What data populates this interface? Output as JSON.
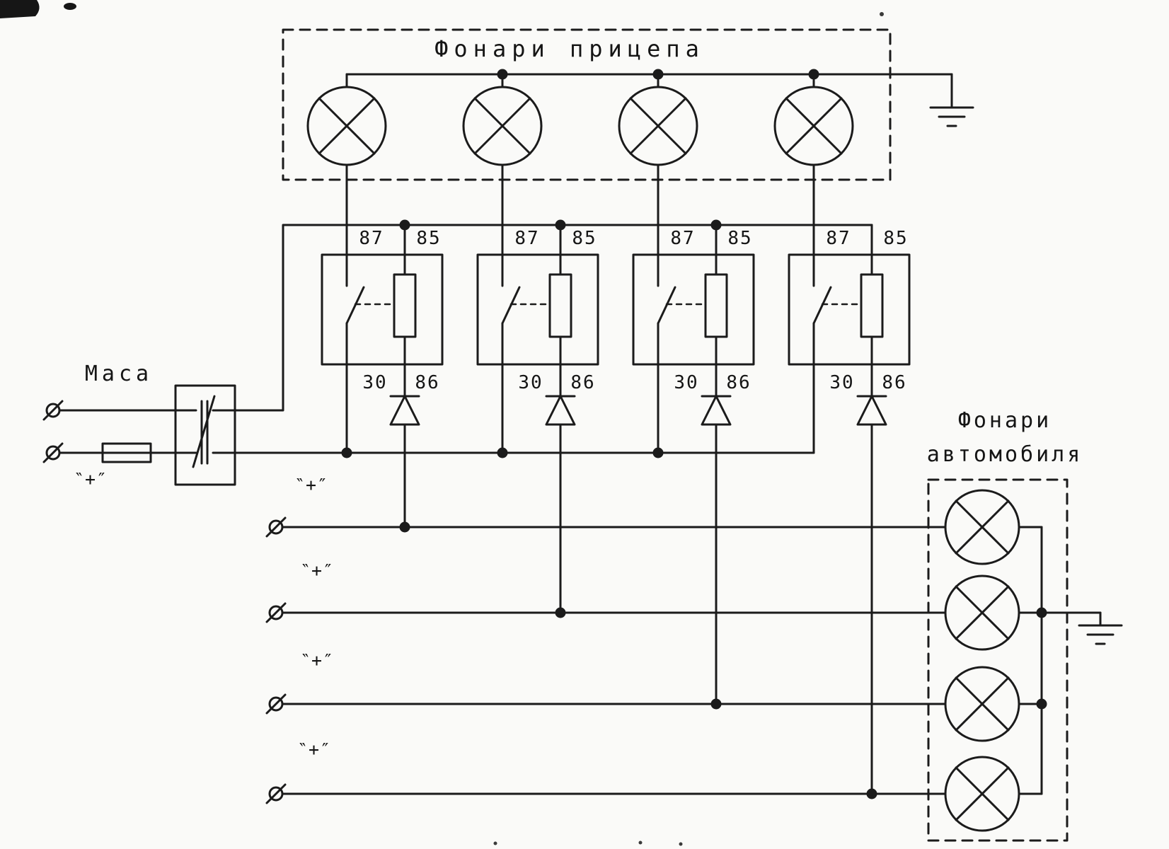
{
  "diagram": {
    "colors": {
      "ink": "#1b1b1b",
      "paper": "#fafaf8"
    },
    "trailer_lights": {
      "title": "Фонари прицепа",
      "lamp_count": 4
    },
    "car_lights": {
      "title_line1": "Фонари",
      "title_line2": "автомобиля",
      "lamp_count": 4
    },
    "masa_switch": {
      "label": "Маса"
    },
    "power_input": {
      "plus_label": "‶+″"
    },
    "relays": {
      "count": 4,
      "terminal_87": "87",
      "terminal_85": "85",
      "terminal_30": "30",
      "terminal_86": "86"
    }
  }
}
